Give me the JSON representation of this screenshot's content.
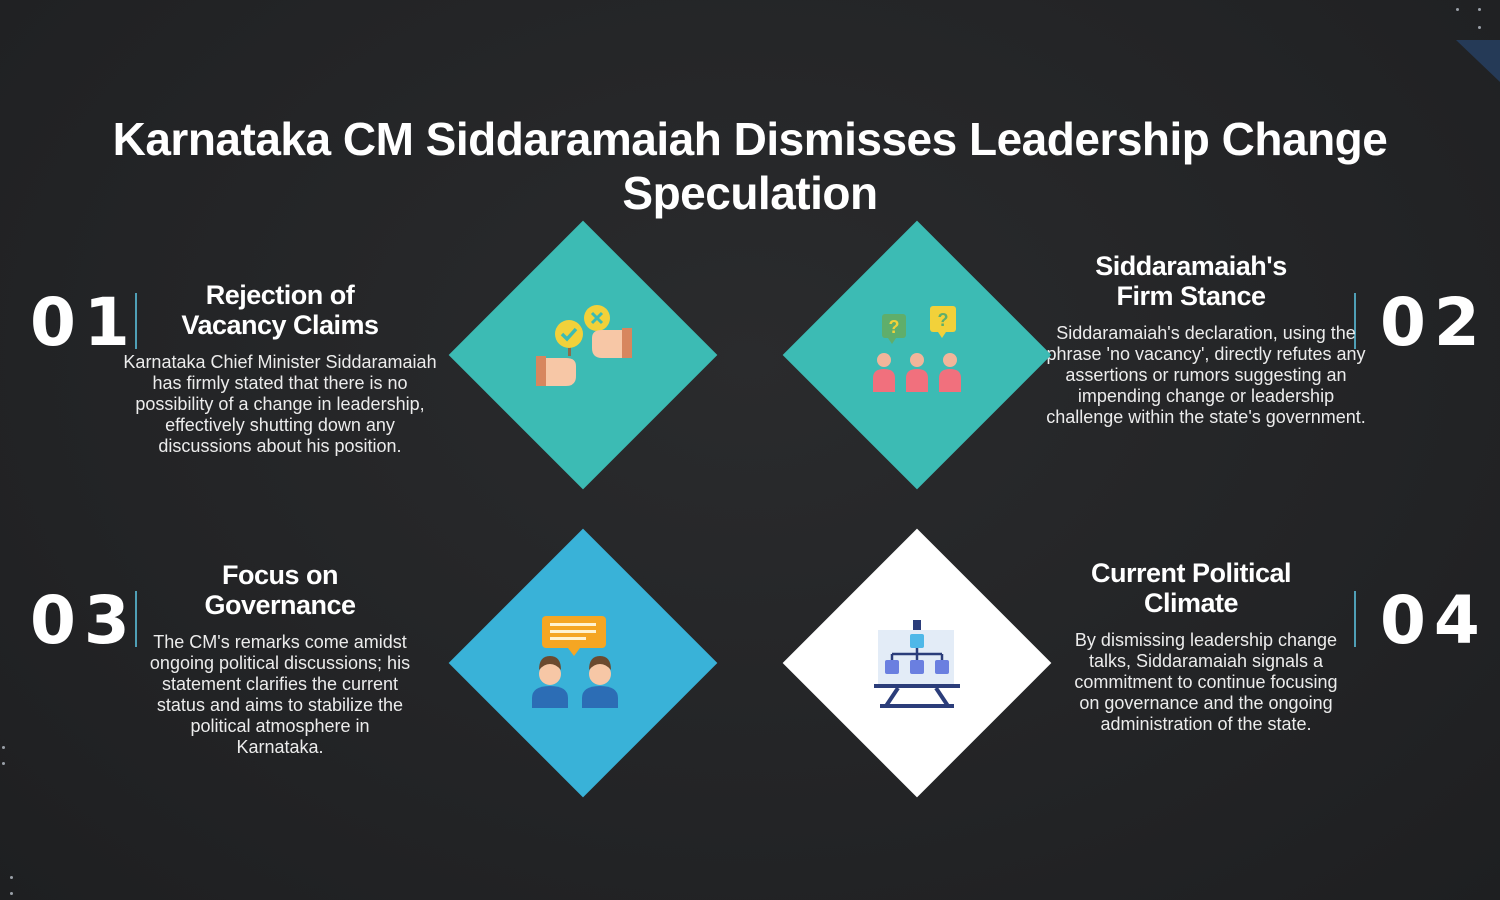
{
  "title": "Karnataka CM Siddaramaiah Dismisses Leadership Change Speculation",
  "colors": {
    "teal": "#3cbbb4",
    "blue": "#39b2d8",
    "white": "#ffffff",
    "background": "#232426",
    "divider": "#4f9fb6"
  },
  "items": [
    {
      "number": "01",
      "heading_line1": "Rejection of",
      "heading_line2": "Vacancy Claims",
      "body": "Karnataka Chief Minister Siddaramaiah has firmly stated that there is no possibility of a change in leadership, effectively shutting down any discussions about his position.",
      "icon": "voting-hands-icon"
    },
    {
      "number": "02",
      "heading_line1": "Siddaramaiah's",
      "heading_line2": "Firm Stance",
      "body": "Siddaramaiah's declaration, using the phrase 'no vacancy', directly refutes any assertions or rumors suggesting an impending change or leadership challenge within the state's government.",
      "icon": "questioning-people-icon"
    },
    {
      "number": "03",
      "heading_line1": "Focus on",
      "heading_line2": "Governance",
      "body": "The CM's remarks come amidst ongoing political discussions; his statement clarifies the current status and aims to stabilize the political atmosphere in Karnataka.",
      "icon": "discussion-icon"
    },
    {
      "number": "04",
      "heading_line1": "Current Political",
      "heading_line2": "Climate",
      "body": "By dismissing leadership change talks, Siddaramaiah signals a commitment to continue focusing on governance and the ongoing administration of the state.",
      "icon": "org-chart-board-icon"
    }
  ]
}
